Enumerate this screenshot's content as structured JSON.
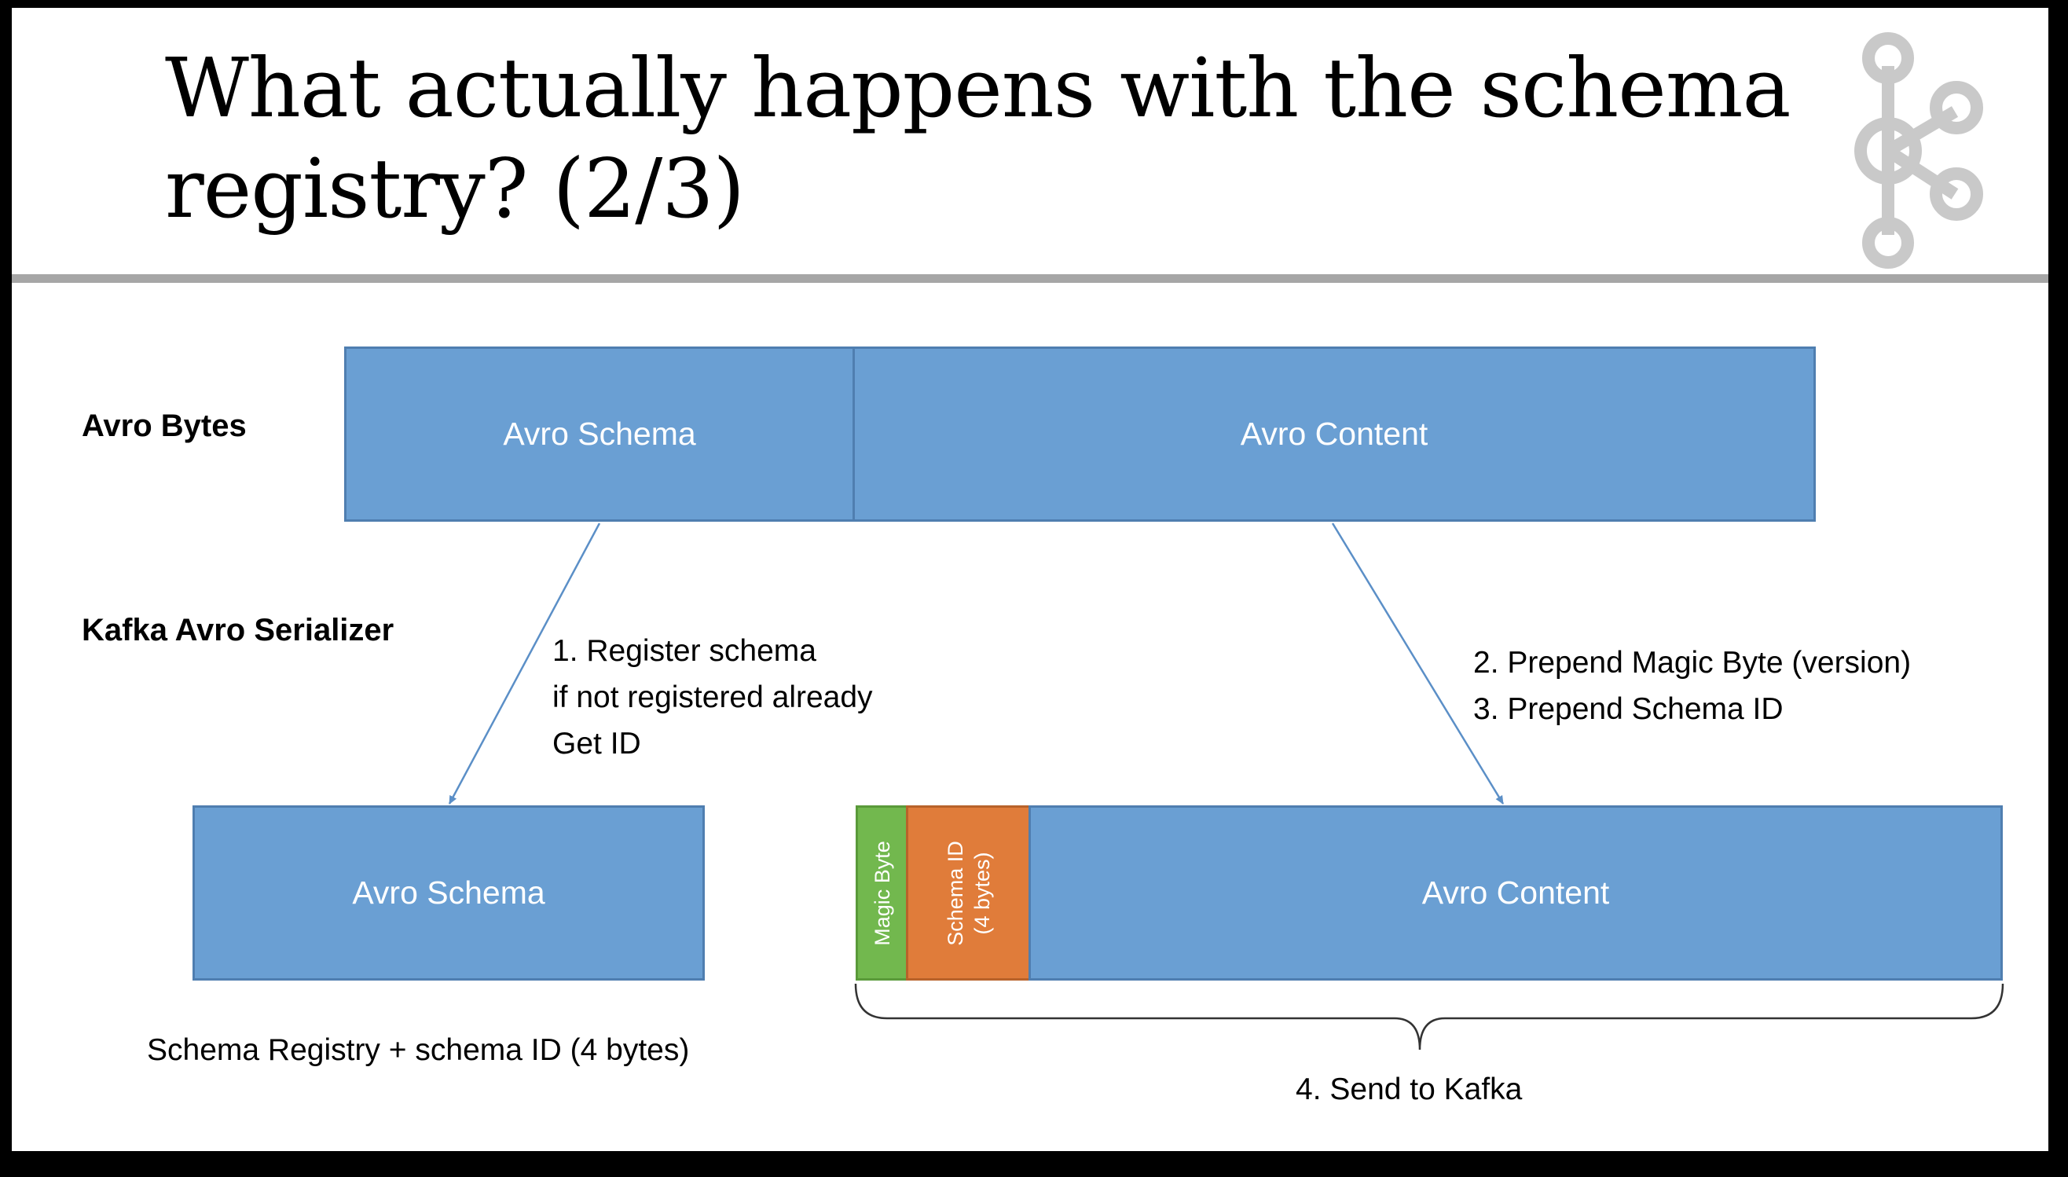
{
  "title": "What actually happens with the schema registry? (2/3)",
  "row_labels": {
    "avro_bytes": "Avro Bytes",
    "serializer": "Kafka Avro Serializer"
  },
  "top_row": {
    "schema": "Avro Schema",
    "content": "Avro Content"
  },
  "bottom_left": {
    "schema": "Avro Schema",
    "caption": "Schema Registry + schema ID (4 bytes)"
  },
  "bottom_right": {
    "magic_byte": "Magic Byte",
    "schema_id_line1": "Schema ID",
    "schema_id_line2": "(4 bytes)",
    "content": "Avro Content",
    "caption": "4. Send to Kafka"
  },
  "steps": {
    "register": [
      "1. Register schema",
      "if not registered already",
      "Get ID"
    ],
    "prepend": [
      "2. Prepend Magic Byte (version)",
      "3. Prepend Schema ID"
    ]
  },
  "colors": {
    "box_blue": "#6a9fd3",
    "magic_green": "#72b84e",
    "schema_orange": "#e07c3a",
    "arrow": "#5b8fc7",
    "logo_gray": "#c9c9c9"
  },
  "icons": {
    "logo": "kafka-logo-icon"
  }
}
